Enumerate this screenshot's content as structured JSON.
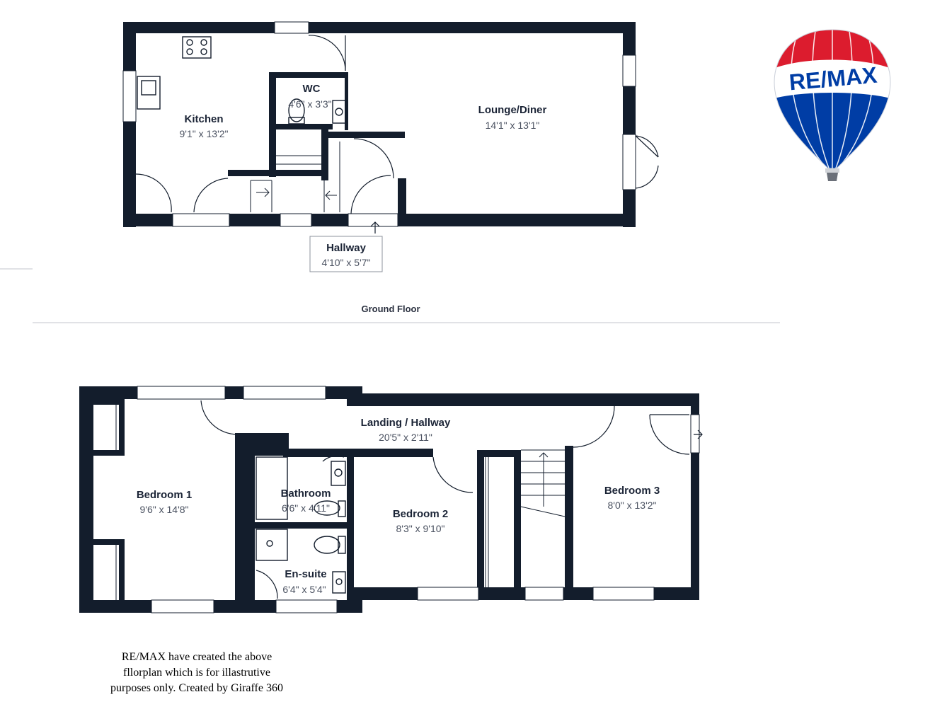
{
  "brand": {
    "logo_text": "RE/MAX",
    "red": "#DC1C2E",
    "blue": "#003DA5",
    "wall": "#131d2c"
  },
  "ground_floor": {
    "title": "Ground Floor",
    "rooms": {
      "kitchen": {
        "name": "Kitchen",
        "dims": "9'1\" x 13'2\""
      },
      "wc": {
        "name": "WC",
        "dims": "4'6\" x 3'3\""
      },
      "lounge": {
        "name": "Lounge/Diner",
        "dims": "14'1\" x 13'1\""
      },
      "hallway": {
        "name": "Hallway",
        "dims": "4'10\" x 5'7\""
      }
    }
  },
  "first_floor": {
    "rooms": {
      "landing": {
        "name": "Landing / Hallway",
        "dims": "20'5\" x 2'11\""
      },
      "bedroom1": {
        "name": "Bedroom 1",
        "dims": "9'6\" x 14'8\""
      },
      "bathroom": {
        "name": "Bathroom",
        "dims": "6'6\" x 4'11\""
      },
      "bedroom2": {
        "name": "Bedroom 2",
        "dims": "8'3\" x 9'10\""
      },
      "bedroom3": {
        "name": "Bedroom 3",
        "dims": "8'0\" x 13'2\""
      },
      "ensuite": {
        "name": "En-suite",
        "dims": "6'4\" x 5'4\""
      }
    }
  },
  "disclaimer": {
    "line1": "RE/MAX have created the above",
    "line2": "fllorplan which is for illastrutive",
    "line3": "purposes only. Created by Giraffe 360"
  }
}
